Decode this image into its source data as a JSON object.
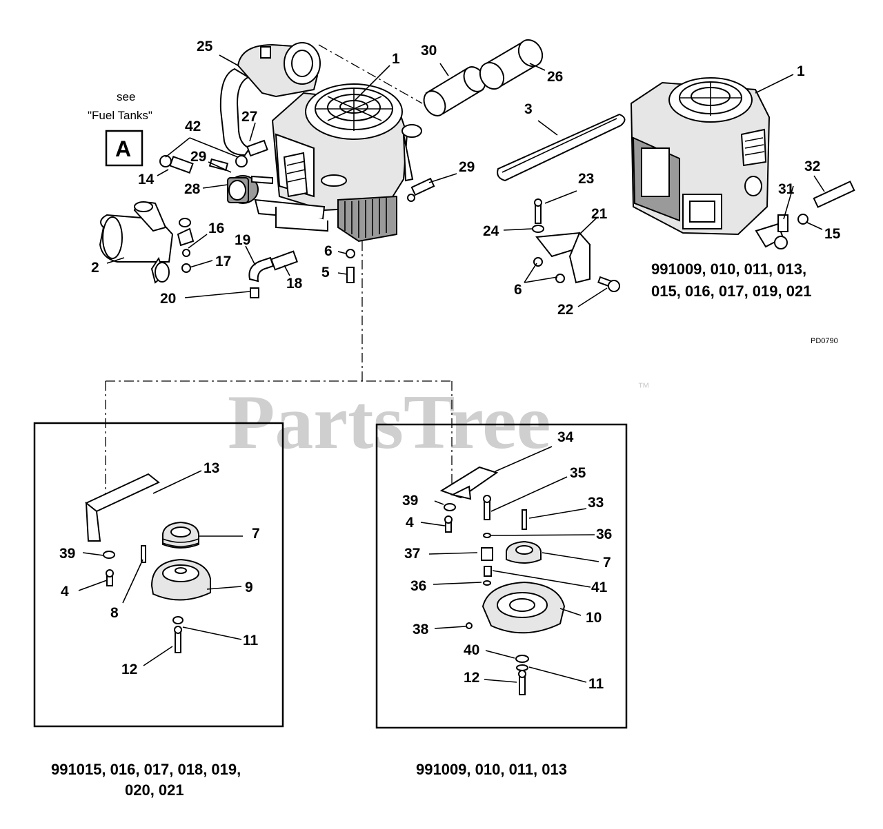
{
  "watermark": {
    "text": "PartsTree",
    "trademark": "™"
  },
  "fuel_ref": {
    "see": "see",
    "title": "\"Fuel Tanks\"",
    "letter": "A"
  },
  "ref_code": "PD0790",
  "captions": {
    "engine_models_line1": "991009, 010, 011, 013,",
    "engine_models_line2": "015, 016, 017, 019, 021",
    "left_box_line1": "991015, 016, 017, 018, 019,",
    "left_box_line2": "020, 021",
    "right_box_line1": "991009, 010, 011, 013"
  },
  "callouts": {
    "c1a": "1",
    "c1b": "1",
    "c2": "2",
    "c3": "3",
    "c4a": "4",
    "c4b": "4",
    "c5": "5",
    "c6a": "6",
    "c6b": "6",
    "c7a": "7",
    "c7b": "7",
    "c8": "8",
    "c9": "9",
    "c10": "10",
    "c11a": "11",
    "c11b": "11",
    "c12a": "12",
    "c12b": "12",
    "c13": "13",
    "c14": "14",
    "c15": "15",
    "c16": "16",
    "c17": "17",
    "c18": "18",
    "c19": "19",
    "c20": "20",
    "c21": "21",
    "c22": "22",
    "c23": "23",
    "c24": "24",
    "c25": "25",
    "c26": "26",
    "c27": "27",
    "c28": "28",
    "c29a": "29",
    "c29b": "29",
    "c30": "30",
    "c31": "31",
    "c32": "32",
    "c33": "33",
    "c34": "34",
    "c35": "35",
    "c36a": "36",
    "c36b": "36",
    "c37": "37",
    "c38": "38",
    "c39a": "39",
    "c39b": "39",
    "c40": "40",
    "c41": "41",
    "c42": "42"
  }
}
